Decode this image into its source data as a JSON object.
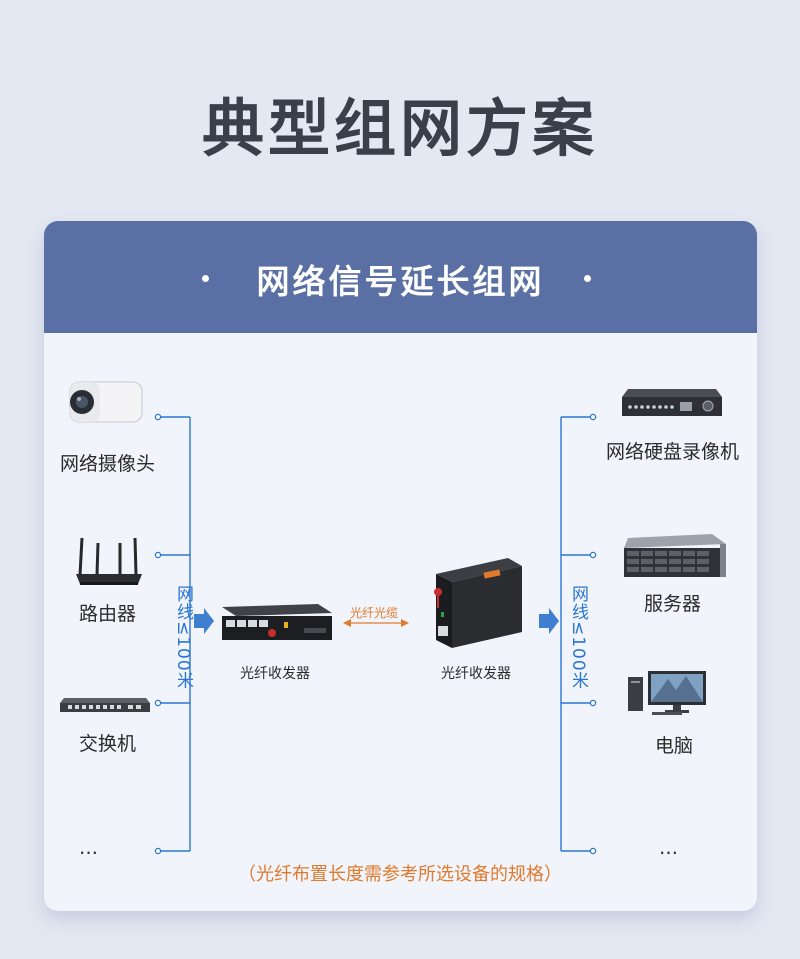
{
  "title": "典型组网方案",
  "card": {
    "title": "网络信号延长组网"
  },
  "left_devices": [
    "网络摄像头",
    "路由器",
    "交换机",
    "…"
  ],
  "right_devices": [
    "网络硬盘录像机",
    "服务器",
    "电脑",
    "…"
  ],
  "cable_label": "网线≤100米",
  "converter_label": "光纤收发器",
  "fiber_label": "光纤光缆",
  "note": "（光纤布置长度需参考所选设备的规格）",
  "colors": {
    "header": "#5a6fa4",
    "line": "#2a76d2",
    "accent": "#e07a2c",
    "title": "#3a3f4b"
  },
  "icons": [
    "ip-camera-icon",
    "router-icon",
    "switch-icon",
    "nvr-icon",
    "server-icon",
    "computer-icon",
    "fiber-converter-icon"
  ]
}
